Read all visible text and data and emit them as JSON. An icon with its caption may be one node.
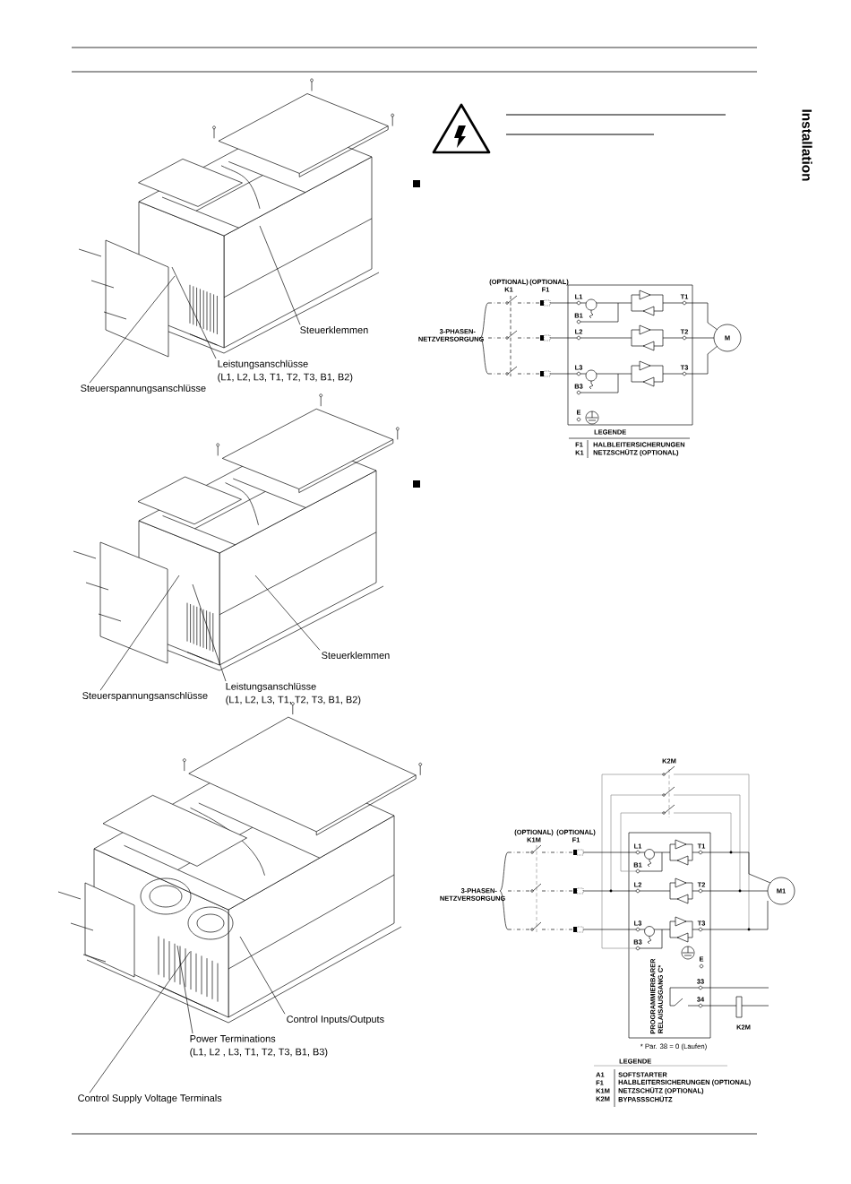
{
  "diagram": {
    "nodes": [
      {
        "text": [
          "Steuerklemmen"
        ]
      },
      {
        "text": [
          "Leistungsanschlüsse",
          "(L1, L2, L3, T1, T2, T3, B1, B2)"
        ]
      },
      {
        "text": [
          "Steuerspannungsanschlüsse"
        ]
      },
      {
        "text": [
          "Steuerklemmen"
        ]
      },
      {
        "text": [
          "Leistungsanschlüsse",
          "(L1, L2, L3, T1, T2, T3, B1, B2)"
        ]
      },
      {
        "text": [
          "Steuerspannungsanschlüsse"
        ]
      },
      {
        "text": [
          "Control Inputs/Outputs"
        ]
      },
      {
        "text": [
          "Power Terminations",
          "(L1, L2 , L3, T1, T2, T3, B1, B3)"
        ]
      },
      {
        "text": [
          "Control Supply Voltage Terminals"
        ]
      }
    ],
    "edges": [
      {
        "from": 0,
        "to": null,
        "arrow": "none"
      },
      {
        "from": 1,
        "to": null,
        "arrow": "none"
      },
      {
        "from": 2,
        "to": null,
        "arrow": "none"
      },
      {
        "from": 3,
        "to": null,
        "arrow": "none"
      },
      {
        "from": 4,
        "to": null,
        "arrow": "none"
      },
      {
        "from": 5,
        "to": null,
        "arrow": "none"
      },
      {
        "from": 6,
        "to": null,
        "arrow": "none"
      },
      {
        "from": 7,
        "to": null,
        "arrow": "none"
      },
      {
        "from": 8,
        "to": null,
        "arrow": "none"
      }
    ],
    "labels": [
      "Installation",
      "(OPTIONAL)",
      "K1",
      "(OPTIONAL)",
      "F1",
      "3-PHASEN- NETZVERSORGUNG",
      "L1",
      "B1",
      "L2",
      "L3",
      "B3",
      "E",
      "T1",
      "T2",
      "T3",
      "M",
      "LEGENDE",
      "F1",
      "HALBLEITERSICHERUNGEN",
      "K1",
      "NETZSCHÜTZ (OPTIONAL)",
      "K2M",
      "(OPTIONAL)",
      "K1M",
      "(OPTIONAL)",
      "F1",
      "3-PHASEN- NETZVERSORGUNG",
      "L1",
      "T1",
      "B1",
      "L2",
      "T2",
      "L3",
      "T3",
      "B3",
      "M1",
      "E",
      "PROGRAMMIERBARER RELAISAUSGANG C*",
      "33",
      "34",
      "K2M",
      "* Par. 38 = 0 (Laufen)",
      "LEGENDE",
      "A1",
      "SOFTSTARTER",
      "F1",
      "HALBLEITERSICHERUNGEN (OPTIONAL)",
      "K1M",
      "NETZSCHÜTZ (OPTIONAL)",
      "K2M",
      "BYPASSSCHÜTZ"
    ]
  }
}
